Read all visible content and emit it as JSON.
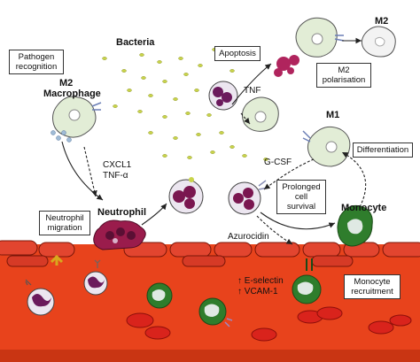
{
  "labels": {
    "bacteria": "Bacteria",
    "m2_macrophage_line1": "M2",
    "m2_macrophage_line2": "Macrophage",
    "neutrophil": "Neutrophil",
    "monocyte": "Monocyte",
    "m2_top": "M2",
    "m1": "M1",
    "tnf": "TNF",
    "cxcl1": "CXCL1",
    "tnf_alpha": "TNF-α",
    "gcsf": "G-CSF",
    "azurocidin": "Azurocidin",
    "e_selectin": "↑ E-selectin",
    "vcam1": "↑ VCAM-1"
  },
  "boxes": {
    "pathogen_recognition": [
      "Pathogen",
      "recognition"
    ],
    "apoptosis": "Apoptosis",
    "m2_polarisation": [
      "M2",
      "polarisation"
    ],
    "differentiation": "Differentiation",
    "prolonged_survival": [
      "Prolonged",
      "cell survival"
    ],
    "neutrophil_migration": [
      "Neutrophil",
      "migration"
    ],
    "monocyte_recruitment": [
      "Monocyte",
      "recruitment"
    ]
  },
  "colors": {
    "vessel": "#e8431c",
    "vessel_dark": "#c22a10",
    "endothelium": "#e0442e",
    "neutrophil": "#9a1c4c",
    "monocyte": "#2f7d2c",
    "macrophage": "#e2edd6",
    "bacteria": "#c9d44a",
    "rbc": "#d9231c"
  }
}
